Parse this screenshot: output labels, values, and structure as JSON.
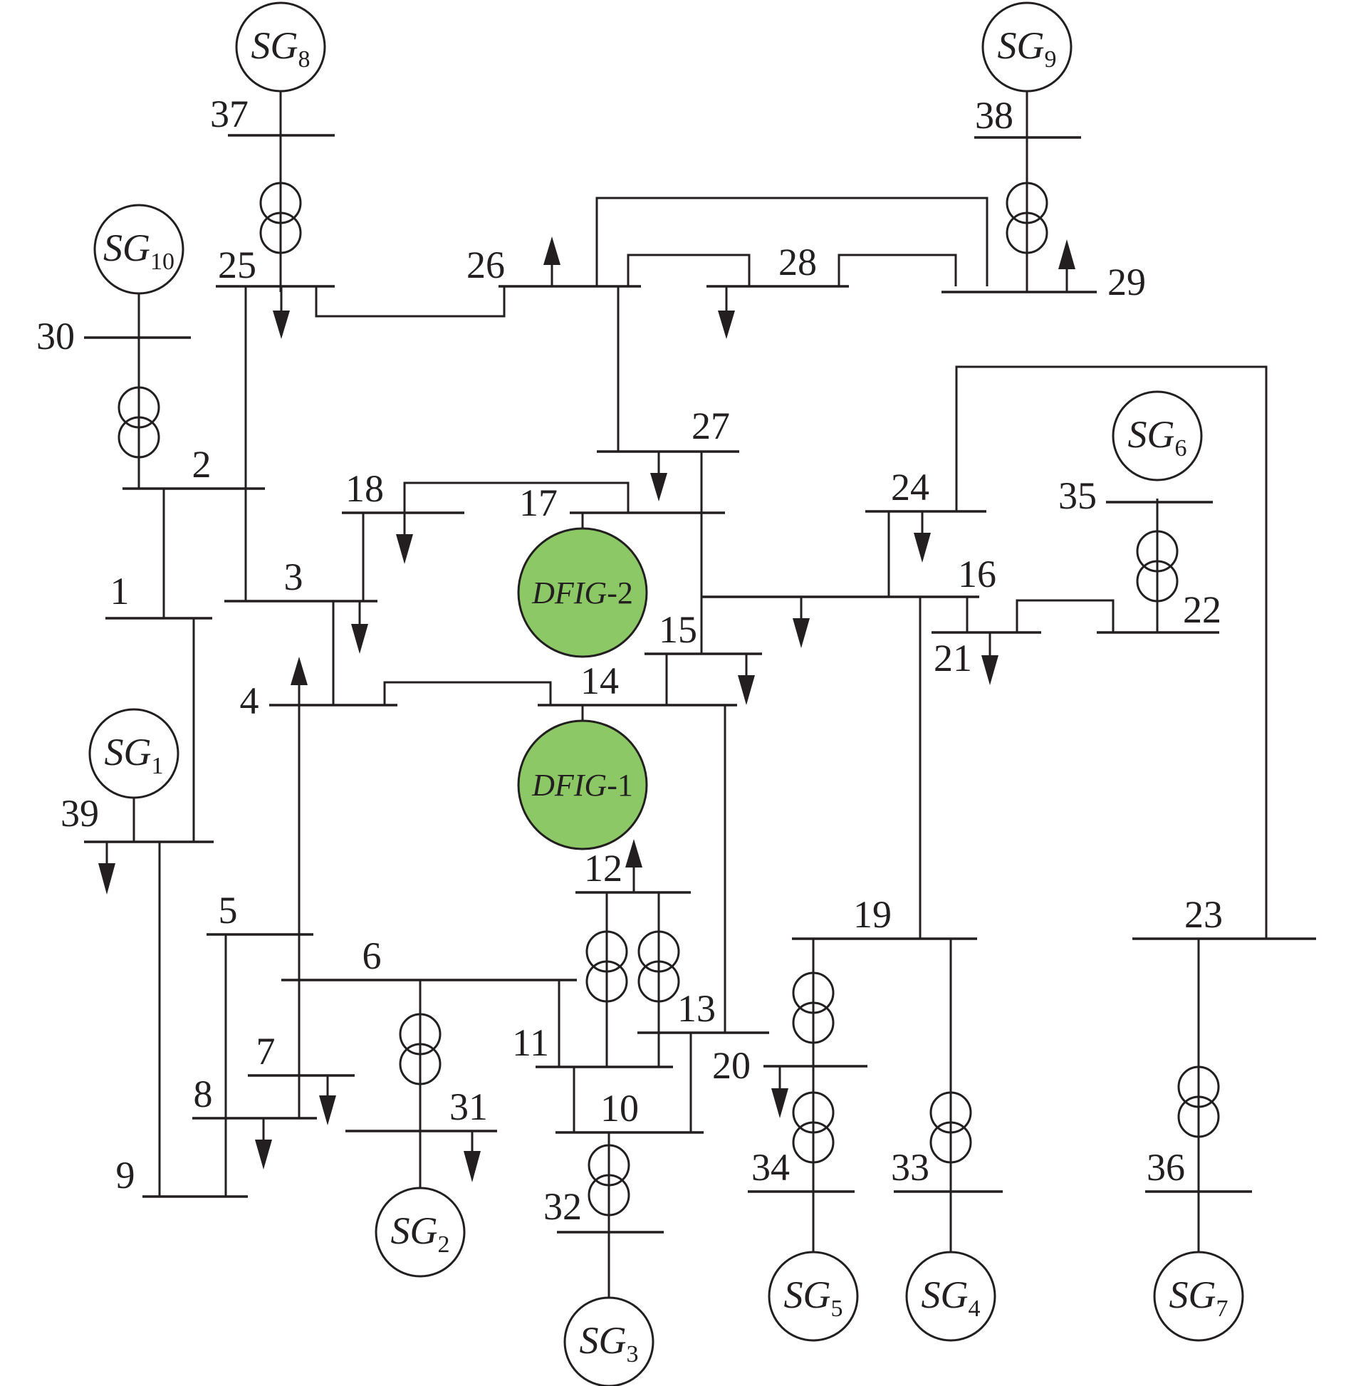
{
  "buses": [
    "1",
    "2",
    "3",
    "4",
    "5",
    "6",
    "7",
    "8",
    "9",
    "10",
    "11",
    "12",
    "13",
    "14",
    "15",
    "16",
    "17",
    "18",
    "19",
    "20",
    "21",
    "22",
    "23",
    "24",
    "25",
    "26",
    "27",
    "28",
    "29",
    "30",
    "31",
    "32",
    "33",
    "34",
    "35",
    "36",
    "37",
    "38",
    "39"
  ],
  "generators": [
    {
      "id": "SG8",
      "base": "SG",
      "sub": "8"
    },
    {
      "id": "SG9",
      "base": "SG",
      "sub": "9"
    },
    {
      "id": "SG10",
      "base": "SG",
      "sub": "10"
    },
    {
      "id": "SG6",
      "base": "SG",
      "sub": "6"
    },
    {
      "id": "SG1",
      "base": "SG",
      "sub": "1"
    },
    {
      "id": "SG2",
      "base": "SG",
      "sub": "2"
    },
    {
      "id": "SG3",
      "base": "SG",
      "sub": "3"
    },
    {
      "id": "SG5",
      "base": "SG",
      "sub": "5"
    },
    {
      "id": "SG4",
      "base": "SG",
      "sub": "4"
    },
    {
      "id": "SG7",
      "base": "SG",
      "sub": "7"
    }
  ],
  "wind_units": [
    {
      "id": "DFIG-2",
      "name": "DFIG",
      "suffix": "-2",
      "fill": "#8dc866"
    },
    {
      "id": "DFIG-1",
      "name": "DFIG",
      "suffix": "-1",
      "fill": "#8dc866"
    }
  ]
}
